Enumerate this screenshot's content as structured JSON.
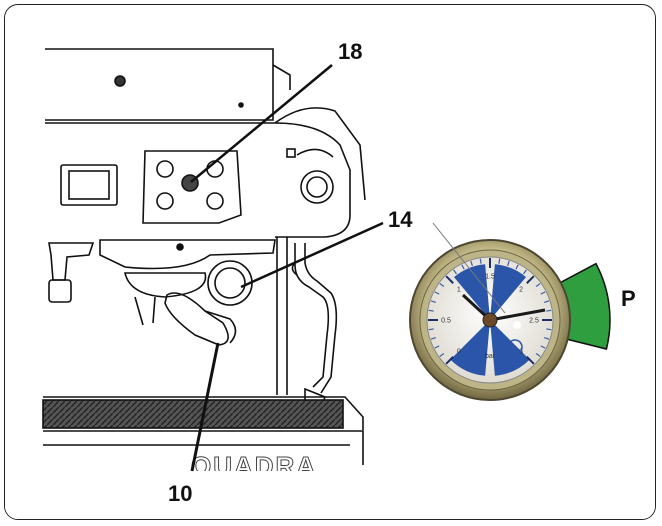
{
  "callouts": {
    "c18": "18",
    "c14": "14",
    "c10": "10",
    "p": "P"
  },
  "gauge": {
    "tick_labels": [
      "0",
      "0.5",
      "1",
      "1.5",
      "2",
      "2.5",
      "3"
    ],
    "unit": "bar",
    "sector_color": "#2e9e3e",
    "blue_color": "#2a55a8"
  },
  "machine_mark": "QUADRA"
}
